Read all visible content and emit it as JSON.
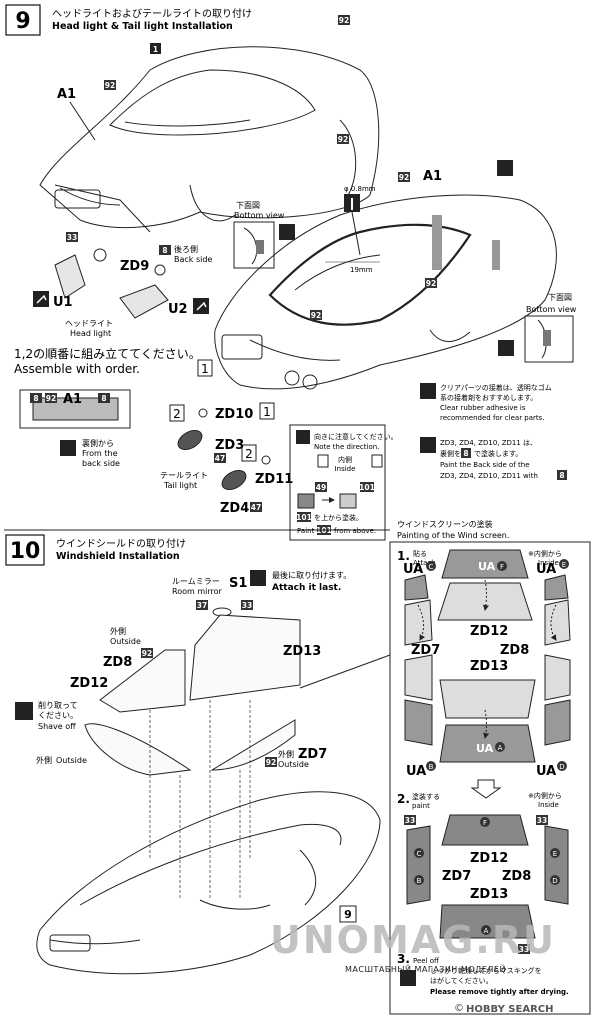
{
  "step9": {
    "number": "9",
    "title_jp": "ヘッドライトおよびテールライトの取り付け",
    "title_en": "Head light & Tail light Installation",
    "part_1": "1",
    "part_a1": "A1",
    "code_92": "92",
    "code_33": "33",
    "code_8": "8",
    "code_47": "47",
    "code_49": "49",
    "code_101": "101",
    "bottom_view_jp": "下面図",
    "bottom_view_en": "Bottom view",
    "back_side_jp": "後ろ側",
    "back_side_en": "Back side",
    "zd9": "ZD9",
    "u1": "U1",
    "u2": "U2",
    "headlight_jp": "ヘッドライト",
    "headlight_en": "Head light",
    "assemble_jp": "1,2の順番に組み立ててください。",
    "assemble_en": "Assemble with order.",
    "roman_1": "1",
    "roman_2": "2",
    "num_2": "2",
    "zd10": "ZD10",
    "zd3": "ZD3",
    "zd11": "ZD11",
    "zd4": "ZD4",
    "from_back_jp": "裏側から",
    "from_back_en_1": "From the",
    "from_back_en_2": "back side",
    "taillight_jp": "テールライト",
    "taillight_en": "Tail light",
    "note_direction_jp": "向きに注意してください。",
    "note_direction_en": "Note the direction.",
    "inside_jp": "内側",
    "inside_en": "Inside",
    "paint_over_jp": "を上から塗装。",
    "paint_over_en_pre": "Paint",
    "paint_over_en_post": "from above.",
    "dim_08": "φ 0.8mm",
    "dim_19": "19mm",
    "clear_note_jp_1": "クリアパーツの接着は、透明なゴム",
    "clear_note_jp_2": "系の接着剤をおすすめします。",
    "clear_note_en_1": "Clear rubber adhesive is",
    "clear_note_en_2": "recommended for clear parts.",
    "zd_note_1": "ZD3, ZD4, ZD10, ZD11 は、",
    "zd_note_2_pre": "裏側を",
    "zd_note_2_post": "で塗装します。",
    "zd_note_3": "Paint the Back side of the",
    "zd_note_4": "ZD3, ZD4, ZD10, ZD11 with"
  },
  "step10": {
    "number": "10",
    "title_jp": "ウインドシールドの取り付け",
    "title_en": "Windshield Installation",
    "room_mirror_jp": "ルームミラー",
    "room_mirror_en": "Room mirror",
    "s1": "S1",
    "attach_last_jp": "最後に取り付けます。",
    "attach_last_en": "Attach it last.",
    "code_37": "37",
    "code_33": "33",
    "code_92": "92",
    "outside_jp": "外側",
    "outside_en": "Outside",
    "zd8": "ZD8",
    "zd12": "ZD12",
    "zd13": "ZD13",
    "zd7": "ZD7",
    "shave_jp_1": "削り取って",
    "shave_jp_2": "ください。",
    "shave_en": "Shave off",
    "outside_label_jp": "外側",
    "outside_label_en": "Outside",
    "body_ref": "9"
  },
  "painting": {
    "title_jp": "ウインドスクリーンの塗装",
    "title_en": "Painting of the Wind screen.",
    "step1_num": "1.",
    "step1_jp": "貼る",
    "step1_en": "Attach",
    "step2_num": "2.",
    "step2_jp": "塗装する",
    "step2_en": "paint",
    "step3_num": "3.",
    "step3_en": "Peel off",
    "inside_jp": "※内側から",
    "inside_en": "Inside",
    "ua": "UA",
    "ua_f": "F",
    "ua_c": "C",
    "ua_e": "E",
    "ua_a": "A",
    "ua_b": "B",
    "ua_d": "D",
    "zd12": "ZD12",
    "zd7": "ZD7",
    "zd8": "ZD8",
    "zd13": "ZD13",
    "code_33": "33",
    "dry_note_jp_1": "しっかり乾燥してからマスキングを",
    "dry_note_jp_2": "はがしてください。",
    "dry_note_en": "Please remove tightly after drying."
  },
  "watermark": {
    "brand": "UNOMAG.RU",
    "tagline": "МАСШТАБНЫЙ МАГАЗИН МОДЕЛЕЙ",
    "hobby": "HOBBY SEARCH",
    "copyright": "©"
  },
  "colors": {
    "ink": "#1a1a1a",
    "badge": "#3a3a3a",
    "gray_fill": "#9a9a9a",
    "light_gray": "#d8d8d8",
    "watermark": "#b8b8b8"
  }
}
